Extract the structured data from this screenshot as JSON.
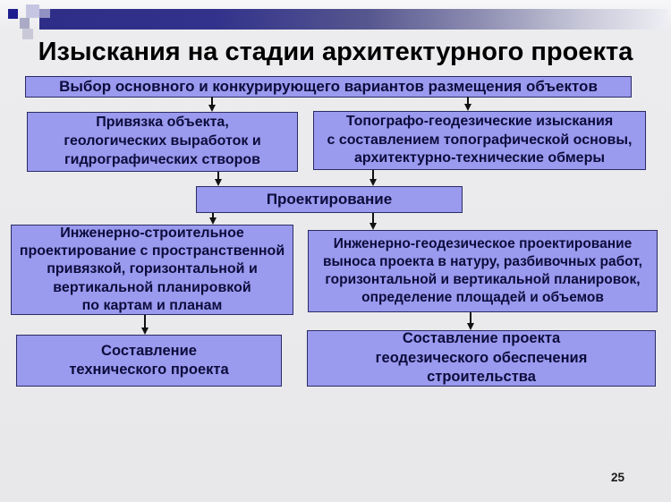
{
  "slide": {
    "title": "Изыскания на стадии  архитектурного проекта",
    "page_number": "25"
  },
  "colors": {
    "background": "#e8e8ea",
    "node_fill": "#9a9aef",
    "node_border": "#2b2b66",
    "node_text": "#0c0c3c",
    "header_bar_dark": "#2e2e88",
    "header_bar_light": "#eeeef4",
    "connector": "#111111"
  },
  "flowchart": {
    "nodes": {
      "variants": {
        "lines": [
          "Выбор основного и конкурирующего вариантов размещения объектов"
        ]
      },
      "referencing": {
        "lines": [
          "Привязка объекта,",
          "геологических выработок и",
          "гидрографических створов"
        ]
      },
      "topo_survey": {
        "lines": [
          "Топографо-геодезические изыскания",
          "с составлением топографической основы,",
          "архитектурно-технические обмеры"
        ]
      },
      "design": {
        "lines": [
          "Проектирование"
        ]
      },
      "civil_design": {
        "lines": [
          "Инженерно-строительное",
          "проектирование с пространственной",
          "привязкой, горизонтальной и",
          "вертикальной планировкой",
          "по картам и планам"
        ]
      },
      "geodetic_design": {
        "lines": [
          "Инженерно-геодезическое проектирование",
          "выноса проекта в натуру, разбивочных работ,",
          "горизонтальной и вертикальной планировок,",
          "определение площадей и объемов"
        ]
      },
      "technical_project": {
        "lines": [
          "Составление",
          "технического проекта"
        ]
      },
      "geodetic_support_project": {
        "lines": [
          "Составление проекта",
          "геодезического обеспечения",
          "строительства"
        ]
      }
    }
  }
}
